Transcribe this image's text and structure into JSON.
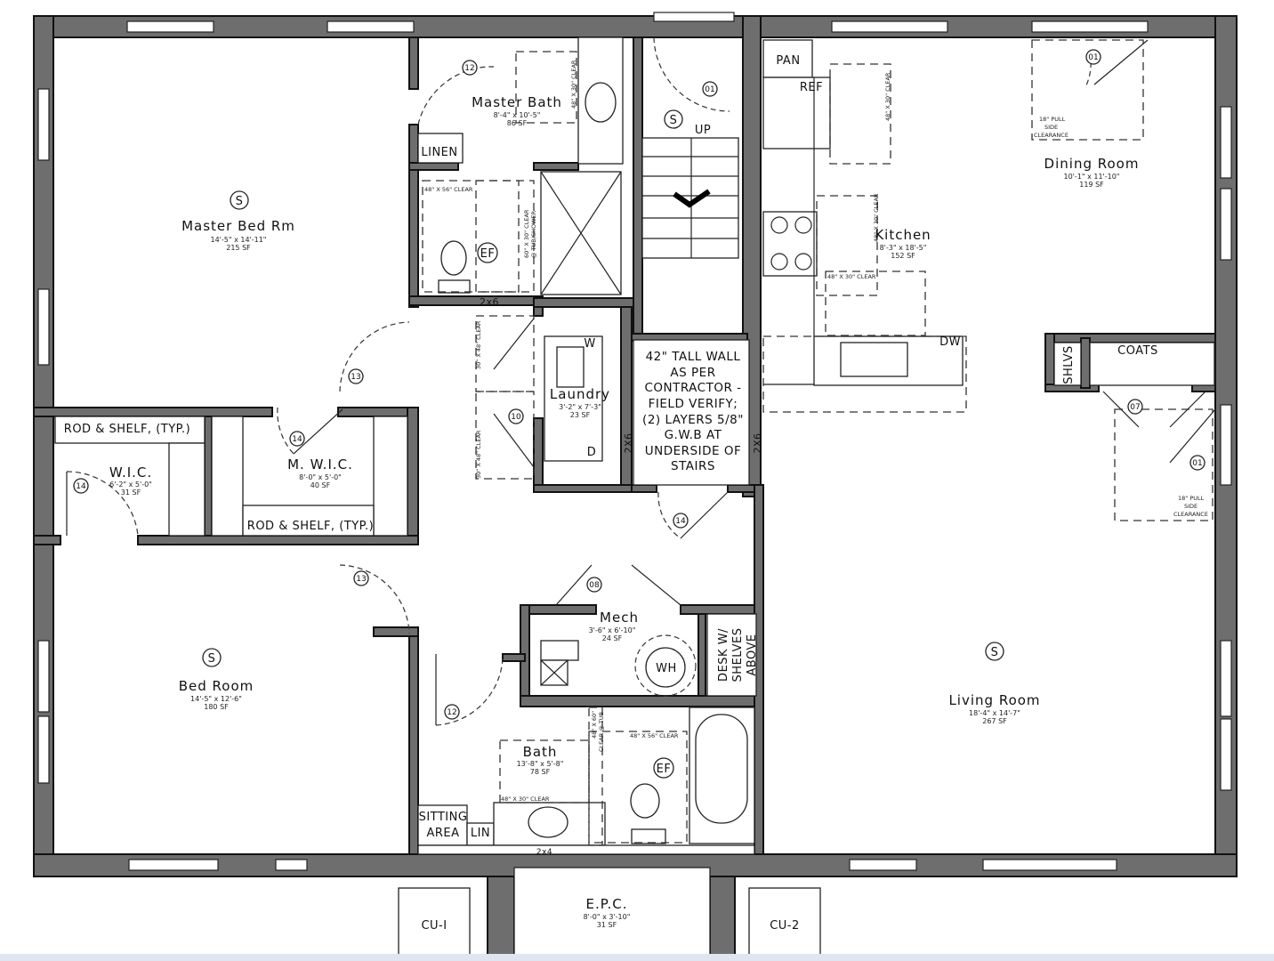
{
  "rooms": {
    "master_bed": {
      "name": "Master Bed Rm",
      "dims": "14'-5\" x 14'-11\"",
      "area": "215 SF"
    },
    "master_bath": {
      "name": "Master Bath",
      "dims": "8'-4\" x 10'-5\"",
      "area": "86 SF"
    },
    "kitchen": {
      "name": "Kitchen",
      "dims": "8'-3\" x 18'-5\"",
      "area": "152 SF"
    },
    "dining": {
      "name": "Dining Room",
      "dims": "10'-1\" x 11'-10\"",
      "area": "119 SF"
    },
    "wic": {
      "name": "W.I.C.",
      "dims": "6'-2\" x 5'-0\"",
      "area": "31 SF"
    },
    "mwic": {
      "name": "M. W.I.C.",
      "dims": "8'-0\" x 5'-0\"",
      "area": "40 SF"
    },
    "laundry": {
      "name": "Laundry",
      "dims": "3'-2\" x 7'-3\"",
      "area": "23 SF"
    },
    "mech": {
      "name": "Mech",
      "dims": "3'-6\" x 6'-10\"",
      "area": "24 SF"
    },
    "bed": {
      "name": "Bed Room",
      "dims": "14'-5\" x 12'-6\"",
      "area": "180 SF"
    },
    "bath": {
      "name": "Bath",
      "dims": "13'-8\" x 5'-8\"",
      "area": "78 SF"
    },
    "living": {
      "name": "Living Room",
      "dims": "18'-4\" x 14'-7\"",
      "area": "267 SF"
    },
    "epc": {
      "name": "E.P.C.",
      "dims": "8'-0\" x 3'-10\"",
      "area": "31 SF"
    }
  },
  "labels": {
    "linen": "LINEN",
    "pan": "PAN",
    "ref": "REF",
    "dw": "DW",
    "shlvs": "SHLVS",
    "coats": "COATS",
    "rod_shelf_1": "ROD & SHELF, (TYP.)",
    "rod_shelf_2": "ROD & SHELF, (TYP.)",
    "up": "UP",
    "w": "W",
    "d": "D",
    "wh": "WH",
    "ef1": "EF",
    "ef2": "EF",
    "sitting_1": "SITTING",
    "sitting_2": "AREA",
    "lin": "LIN",
    "desk_1": "DESK W/",
    "desk_2": "SHELVES",
    "desk_3": "ABOVE",
    "cu1": "CU-I",
    "cu2": "CU-2",
    "twox6_a": "2x6",
    "twox6_b": "2X6",
    "twox6_c": "2X6",
    "twox4": "2x4",
    "smoke": "S"
  },
  "stair_note": [
    "42\" TALL WALL",
    "AS PER",
    "CONTRACTOR -",
    "FIELD VERIFY;",
    "(2) LAYERS 5/8\"",
    "G.W.B AT",
    "UNDERSIDE OF",
    "STAIRS"
  ],
  "clearances": {
    "c48x56_a": "48\" X 56\" CLEAR",
    "c60x30": "60\" X 30\" CLEAR",
    "c60x30_b": "@ TUB/SHOWER",
    "c48x30_vanity": "48\" X 30\" CLEAR",
    "c48x30_k1": "48\" X 30\" CLEAR",
    "c48x30_k2": "48\" X 30\" CLEAR",
    "c48x30_k3": "48\" X 30\" CLEAR",
    "c30x48_a": "30\" X 48\" CLEAR",
    "c30x48_b": "30\" X 48\" CLEAR",
    "c48x30_bath": "48\" X 30\" CLEAR",
    "c48x56_b": "48\" X 56\" CLEAR",
    "c48x60": "48\" X 60\"",
    "c48x60_b": "CLEAR @ TUB",
    "pull_1": [
      "18\" PULL",
      "SIDE",
      "CLEARANCE"
    ],
    "pull_2": [
      "18\" PULL",
      "SIDE",
      "CLEARANCE"
    ]
  },
  "door_tags": [
    "12",
    "01",
    "13",
    "14",
    "14",
    "10",
    "14",
    "13",
    "08",
    "12",
    "07",
    "01",
    "01"
  ],
  "colors": {
    "wall": "#6e6e6e",
    "line": "#111111"
  }
}
